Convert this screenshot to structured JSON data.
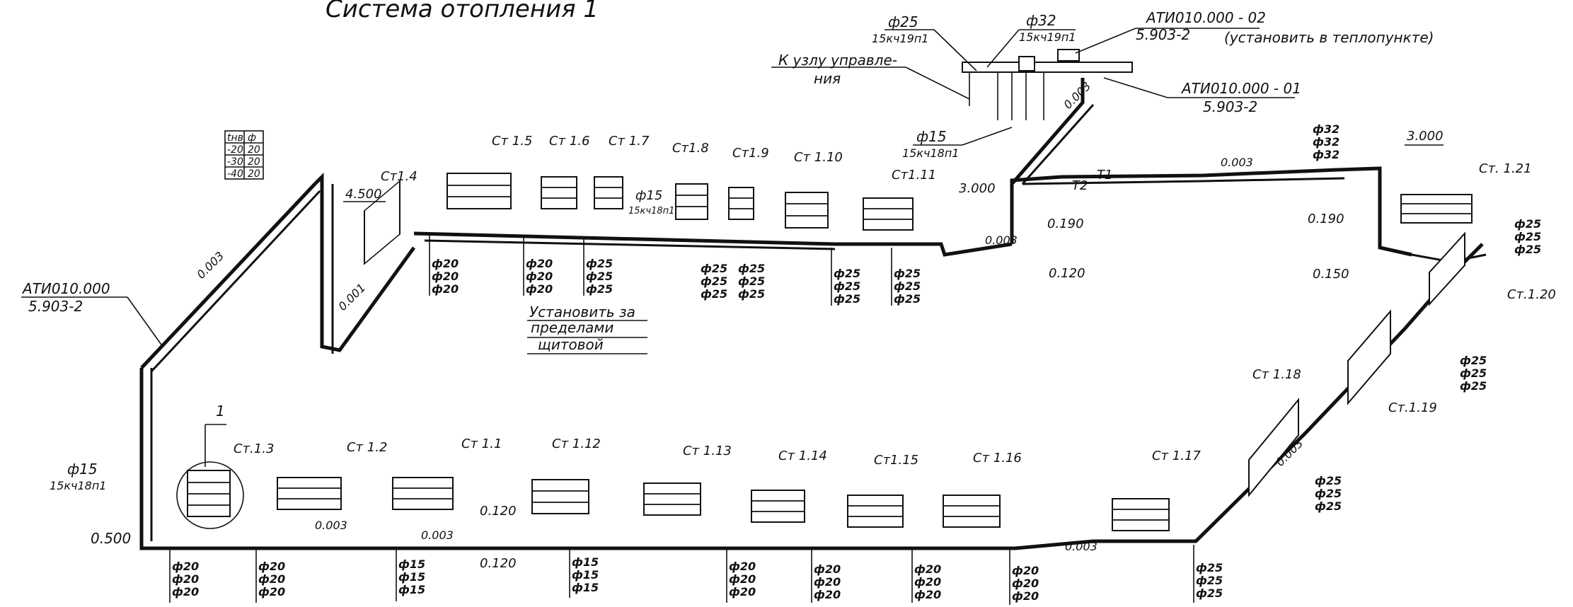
{
  "title": "Система    отопления 1",
  "top_notes": {
    "d25": "ф25",
    "d25_valve": "15кч19п1",
    "d32": "ф32",
    "d32_valve": "15кч19п1",
    "code_02": "АТИ010.000 - 02",
    "code_02_std": "5.903-2",
    "code_02_note": "(установить в теплопункте)",
    "code_01": "АТИ010.000 - 01",
    "code_01_std": "5.903-2",
    "to_control_unit_1": "К узлу управле-",
    "to_control_unit_2": "ния",
    "d15": "ф15",
    "d15_valve": "15кч18п1"
  },
  "left_notes": {
    "code": "АТИ010.000",
    "code_std": "5.903-2",
    "d15": "ф15",
    "d15_valve": "15кч18п1",
    "callout_1": "1",
    "mark_0500": "0.500"
  },
  "table_small": {
    "headers": [
      "tнв",
      "ф"
    ],
    "rows": [
      [
        "-20",
        "20"
      ],
      [
        "-30",
        "20"
      ],
      [
        "-40",
        "20"
      ]
    ]
  },
  "levels": {
    "l4500": "4.500",
    "l3000": "3.000",
    "l3000b": "3.000",
    "l0190a": "0.190",
    "l0120a": "0.120",
    "l0190b": "0.190",
    "l0150": "0.150",
    "l0120b": "0.120",
    "l0120c": "0.120"
  },
  "slopes": {
    "s1": "0.003",
    "s2": "0.001",
    "s3": "0.003",
    "s4": "0.003",
    "s5": "0.003",
    "s6": "0.003",
    "s7": "0.003",
    "s8": "0.003",
    "s9": "0.003"
  },
  "pipe_marks": {
    "t1": "Т1",
    "t2": "Т2"
  },
  "install_note": [
    "Установить за",
    "пределами",
    "щитовой"
  ],
  "valve_note": {
    "d15": "ф15",
    "valve": "15кч18п1"
  },
  "risers": {
    "st1_1": "Ст 1.1",
    "st1_2": "Ст 1.2",
    "st1_3": "Ст.1.3",
    "st1_4": "Ст1.4",
    "st1_5": "Ст 1.5",
    "st1_6": "Ст 1.6",
    "st1_7": "Ст 1.7",
    "st1_8": "Ст1.8",
    "st1_9": "Ст1.9",
    "st1_10": "Ст 1.10",
    "st1_11": "Ст1.11",
    "st1_12": "Ст 1.12",
    "st1_13": "Ст 1.13",
    "st1_14": "Ст 1.14",
    "st1_15": "Ст1.15",
    "st1_16": "Ст 1.16",
    "st1_17": "Ст 1.17",
    "st1_18": "Ст 1.18",
    "st1_19": "Ст.1.19",
    "st1_20": "Ст.1.20",
    "st1_21": "Ст. 1.21"
  },
  "diameter_stacks": {
    "ds_a": [
      "ф20",
      "ф20",
      "ф20"
    ],
    "ds_b": [
      "ф20",
      "ф20",
      "ф20"
    ],
    "ds_c": [
      "ф25",
      "ф25",
      "ф25"
    ],
    "ds_d": [
      "ф25",
      "ф25",
      "ф25"
    ],
    "ds_e": [
      "ф25",
      "ф25",
      "ф25"
    ],
    "ds_f": [
      "ф25",
      "ф25",
      "ф25"
    ],
    "ds_g": [
      "ф25",
      "ф25",
      "ф25"
    ],
    "ds_h": [
      "ф32",
      "ф32",
      "ф32"
    ],
    "ds_i": [
      "ф25",
      "ф25",
      "ф25"
    ],
    "ds_j": [
      "ф25",
      "ф25",
      "ф25"
    ],
    "ds_k": [
      "ф25",
      "ф25",
      "ф25"
    ],
    "ds_l": [
      "ф20",
      "ф20",
      "ф20"
    ],
    "ds_m": [
      "ф20",
      "ф20",
      "ф20"
    ],
    "ds_n": [
      "ф15",
      "ф15",
      "ф15"
    ],
    "ds_o": [
      "ф15",
      "ф15",
      "ф15"
    ],
    "ds_p": [
      "ф20",
      "ф20",
      "ф20"
    ],
    "ds_q": [
      "ф20",
      "ф20",
      "ф20"
    ],
    "ds_r": [
      "ф20",
      "ф20",
      "ф20"
    ],
    "ds_s": [
      "ф20",
      "ф20",
      "ф20"
    ],
    "ds_t": [
      "ф25",
      "ф25",
      "ф25"
    ]
  }
}
